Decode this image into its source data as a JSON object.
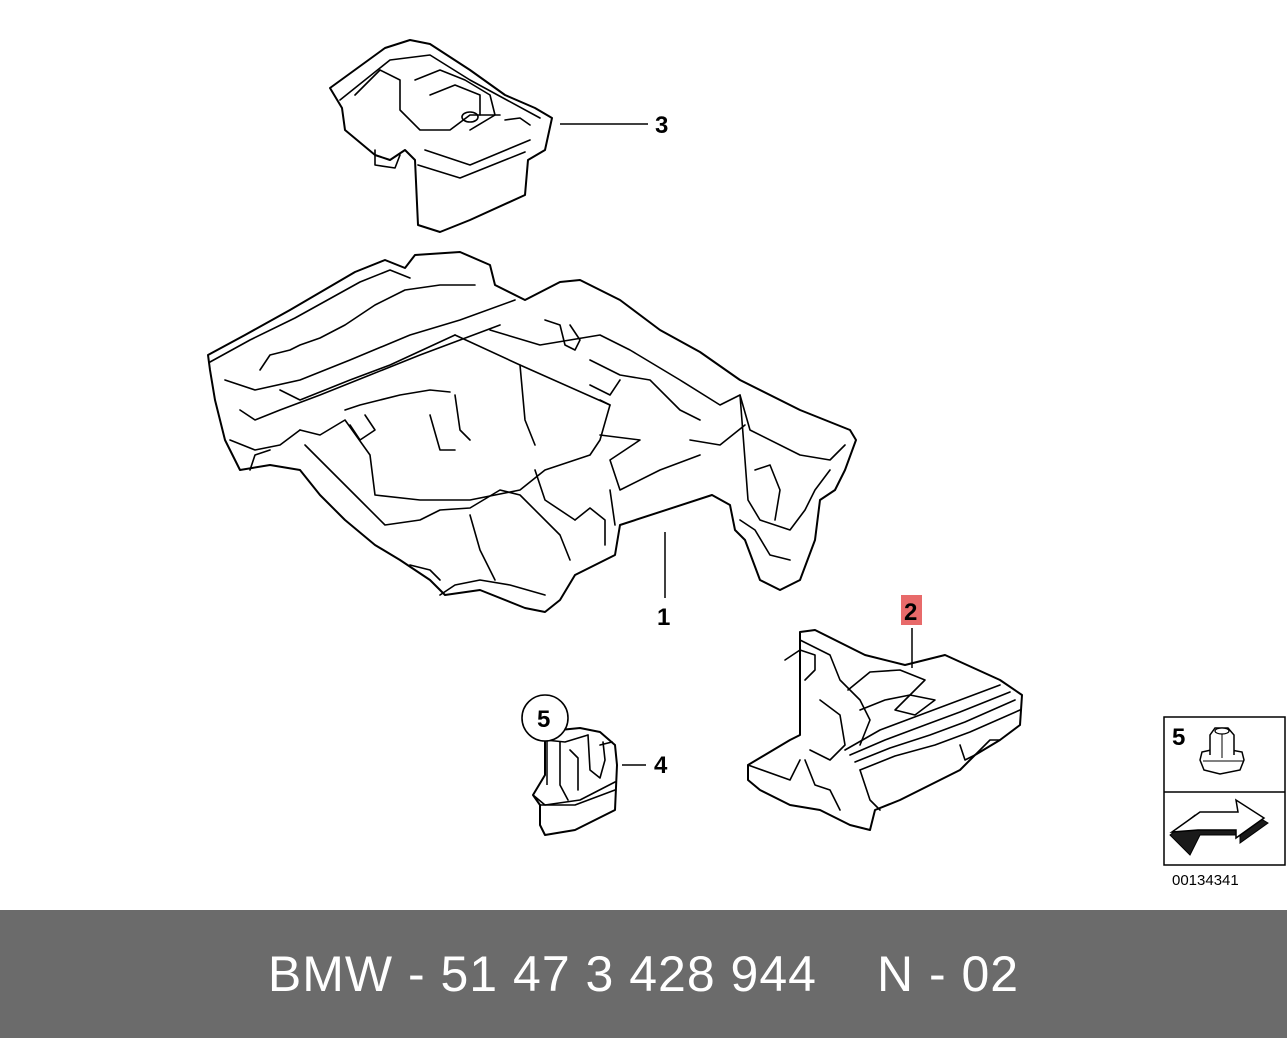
{
  "callouts": {
    "part1": "1",
    "part2": "2",
    "part3": "3",
    "part4": "4",
    "part5_circle": "5",
    "legend_num": "5"
  },
  "image_code": "00134341",
  "footer": {
    "part_number": "BMW - 51 47 3 428 944",
    "variant": "N - 02"
  },
  "colors": {
    "highlight": "#e86a6a",
    "footer_bg": "#6b6b6b"
  }
}
